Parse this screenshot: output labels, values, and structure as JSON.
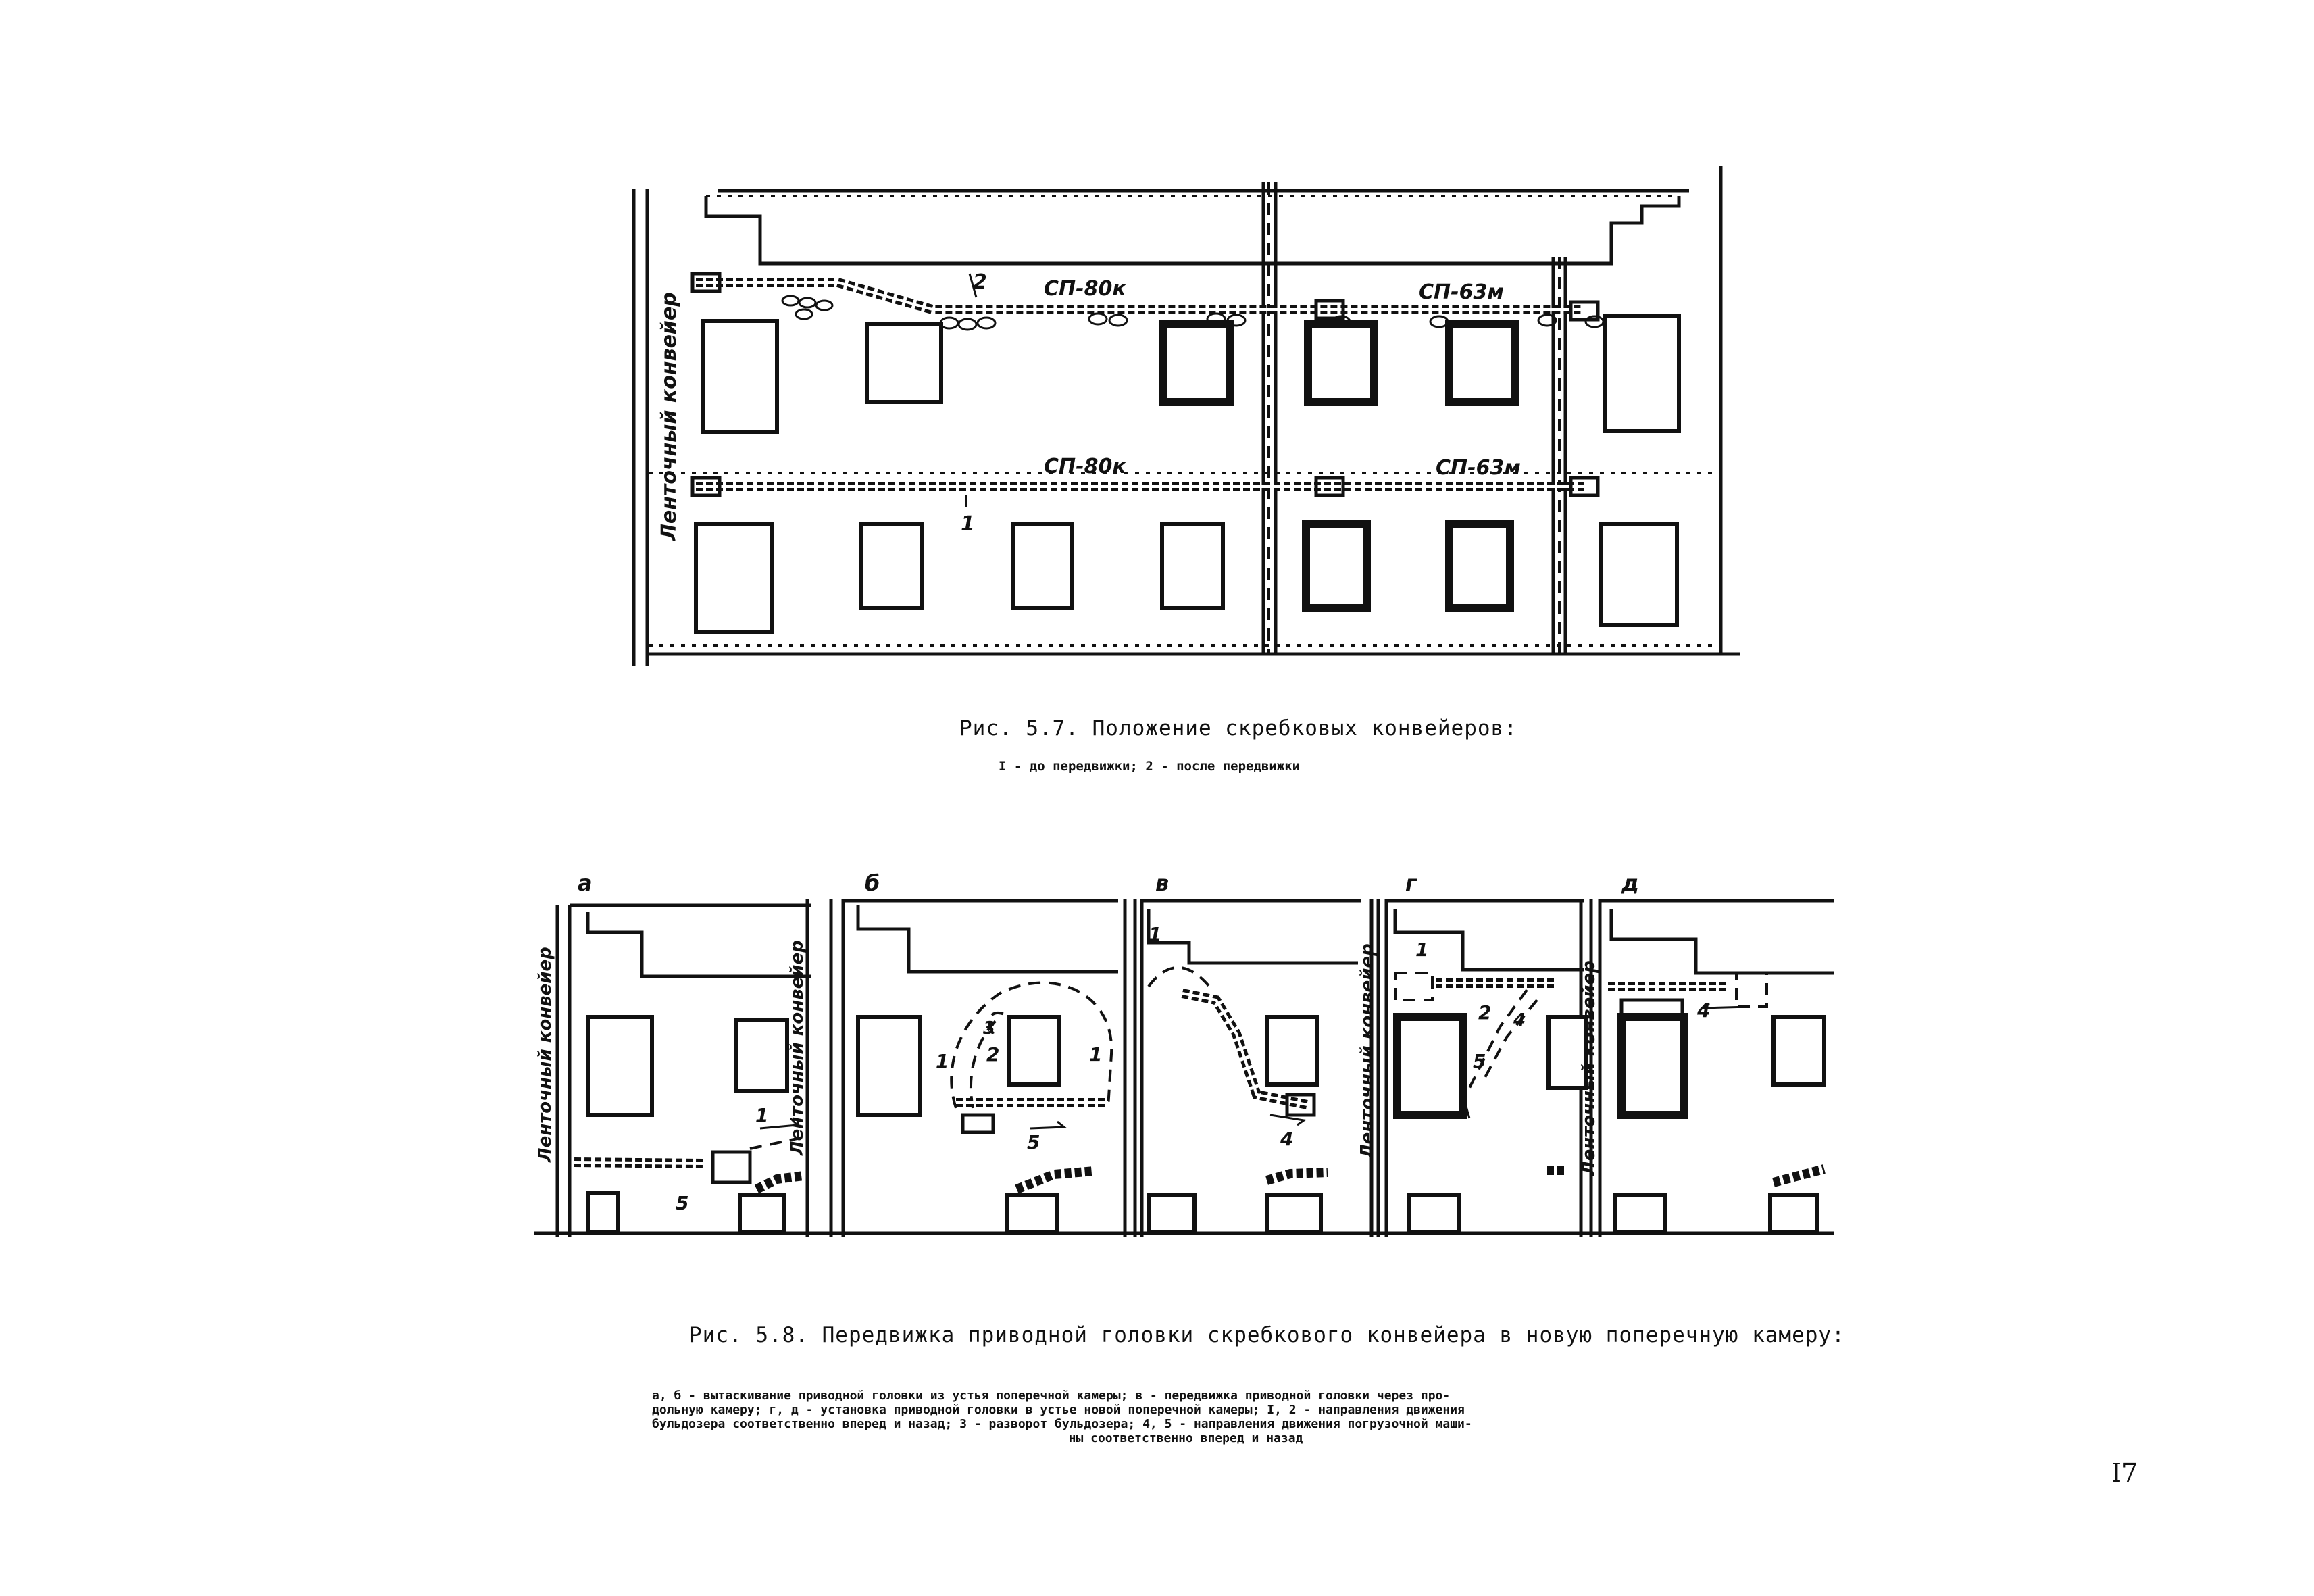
{
  "fig57": {
    "caption": "Рис. 5.7. Положение скребковых конвейеров:",
    "legend": "I - до передвижки; 2 - после передвижки",
    "belt_label": "Ленточный конвейер",
    "upper_label_a": "СП-80к",
    "upper_label_b": "СП-63м",
    "lower_label_a": "СП-80к",
    "lower_label_b": "СП-63м",
    "marker_1": "1",
    "marker_2": "2"
  },
  "fig58": {
    "caption": "Рис. 5.8. Передвижка приводной головки скребкового конвейера в новую поперечную камеру:",
    "panels": {
      "a": "а",
      "b": "б",
      "v": "в",
      "g": "г",
      "d": "д"
    },
    "belt_label_a": "Ленточный конвейер",
    "belt_label_a2": "Ленточный конвейер",
    "belt_label_g": "Ленточный конвейер",
    "belt_label_d": "Ленточный конвейер",
    "nums": {
      "a1": "1",
      "a5": "5",
      "b1l": "1",
      "b2": "2",
      "b3": "3",
      "b1r": "1",
      "b5": "5",
      "v1": "1",
      "v4": "4",
      "g1": "1",
      "g2": "2",
      "g5": "5",
      "g4": "4",
      "d4": "4"
    },
    "notes": [
      "а, б - вытаскивание приводной головки из устья поперечной камеры; в - передвижка приводной головки через про-",
      "дольную камеру; г, д - установка приводной головки в устье новой поперечной камеры; I, 2 - направления движения",
      "бульдозера соответственно вперед и назад; 3 - разворот бульдозера; 4, 5 - направления движения погрузочной маши-",
      "ны соответственно вперед и назад"
    ]
  },
  "page_number": "I7"
}
